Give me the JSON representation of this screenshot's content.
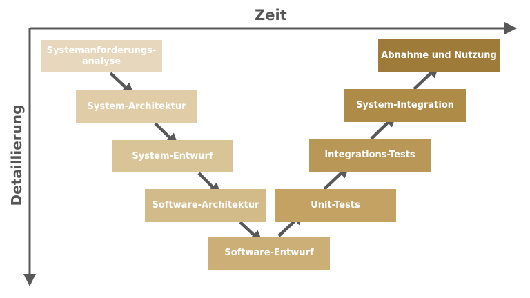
{
  "axes": {
    "x_label": "Zeit",
    "y_label": "Detaillierung"
  },
  "colors": {
    "axis": "#585858",
    "arrow": "#585858",
    "phase_1": "#e6d7bd",
    "phase_2": "#e0cca6",
    "phase_3": "#d9c497",
    "phase_4": "#d3ba89",
    "phase_5": "#ccaf77",
    "phase_6": "#c3a264",
    "phase_7": "#b99857",
    "phase_8": "#ae8c48",
    "phase_9": "#9e7b38"
  },
  "phases": [
    {
      "id": "systemanforderungsanalyse",
      "lines": [
        "Systemanforderungs-",
        "analyse"
      ],
      "color": "#e6d7bd"
    },
    {
      "id": "system-architektur",
      "lines": [
        "System-Architektur"
      ],
      "color": "#e0cca6"
    },
    {
      "id": "system-entwurf",
      "lines": [
        "System-Entwurf"
      ],
      "color": "#d9c497"
    },
    {
      "id": "software-architektur",
      "lines": [
        "Software-Architektur"
      ],
      "color": "#d3ba89"
    },
    {
      "id": "software-entwurf",
      "lines": [
        "Software-Entwurf"
      ],
      "color": "#ccaf77"
    },
    {
      "id": "unit-tests",
      "lines": [
        "Unit-Tests"
      ],
      "color": "#c3a264"
    },
    {
      "id": "integrations-tests",
      "lines": [
        "Integrations-Tests"
      ],
      "color": "#b99857"
    },
    {
      "id": "system-integration",
      "lines": [
        "System-Integration"
      ],
      "color": "#ae8c48"
    },
    {
      "id": "abnahme-und-nutzung",
      "lines": [
        "Abnahme und Nutzung"
      ],
      "color": "#9e7b38"
    }
  ]
}
